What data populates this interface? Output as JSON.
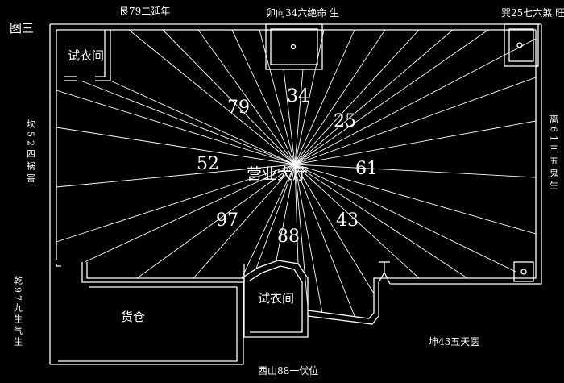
{
  "figure_label": "图三",
  "center_label": "营业大厅",
  "directions": {
    "top_left": "艮79二延年",
    "top_center": "卯向34六绝命 生",
    "top_right": "巽25七六煞 旺",
    "left": "坎52四祸害",
    "right": "离61三五鬼生",
    "bottom_left": "乾97九生气生",
    "bottom_center": "酉山88一伏位",
    "bottom_right": "坤43五天医"
  },
  "sector_numbers": [
    "79",
    "34",
    "25",
    "52",
    "61",
    "97",
    "88",
    "43"
  ],
  "rooms": {
    "fitting_room_top": "试衣间",
    "fitting_room_bottom": "试衣间",
    "warehouse": "货仓"
  },
  "colors": {
    "background": "#000000",
    "lines": "#ffffff"
  }
}
